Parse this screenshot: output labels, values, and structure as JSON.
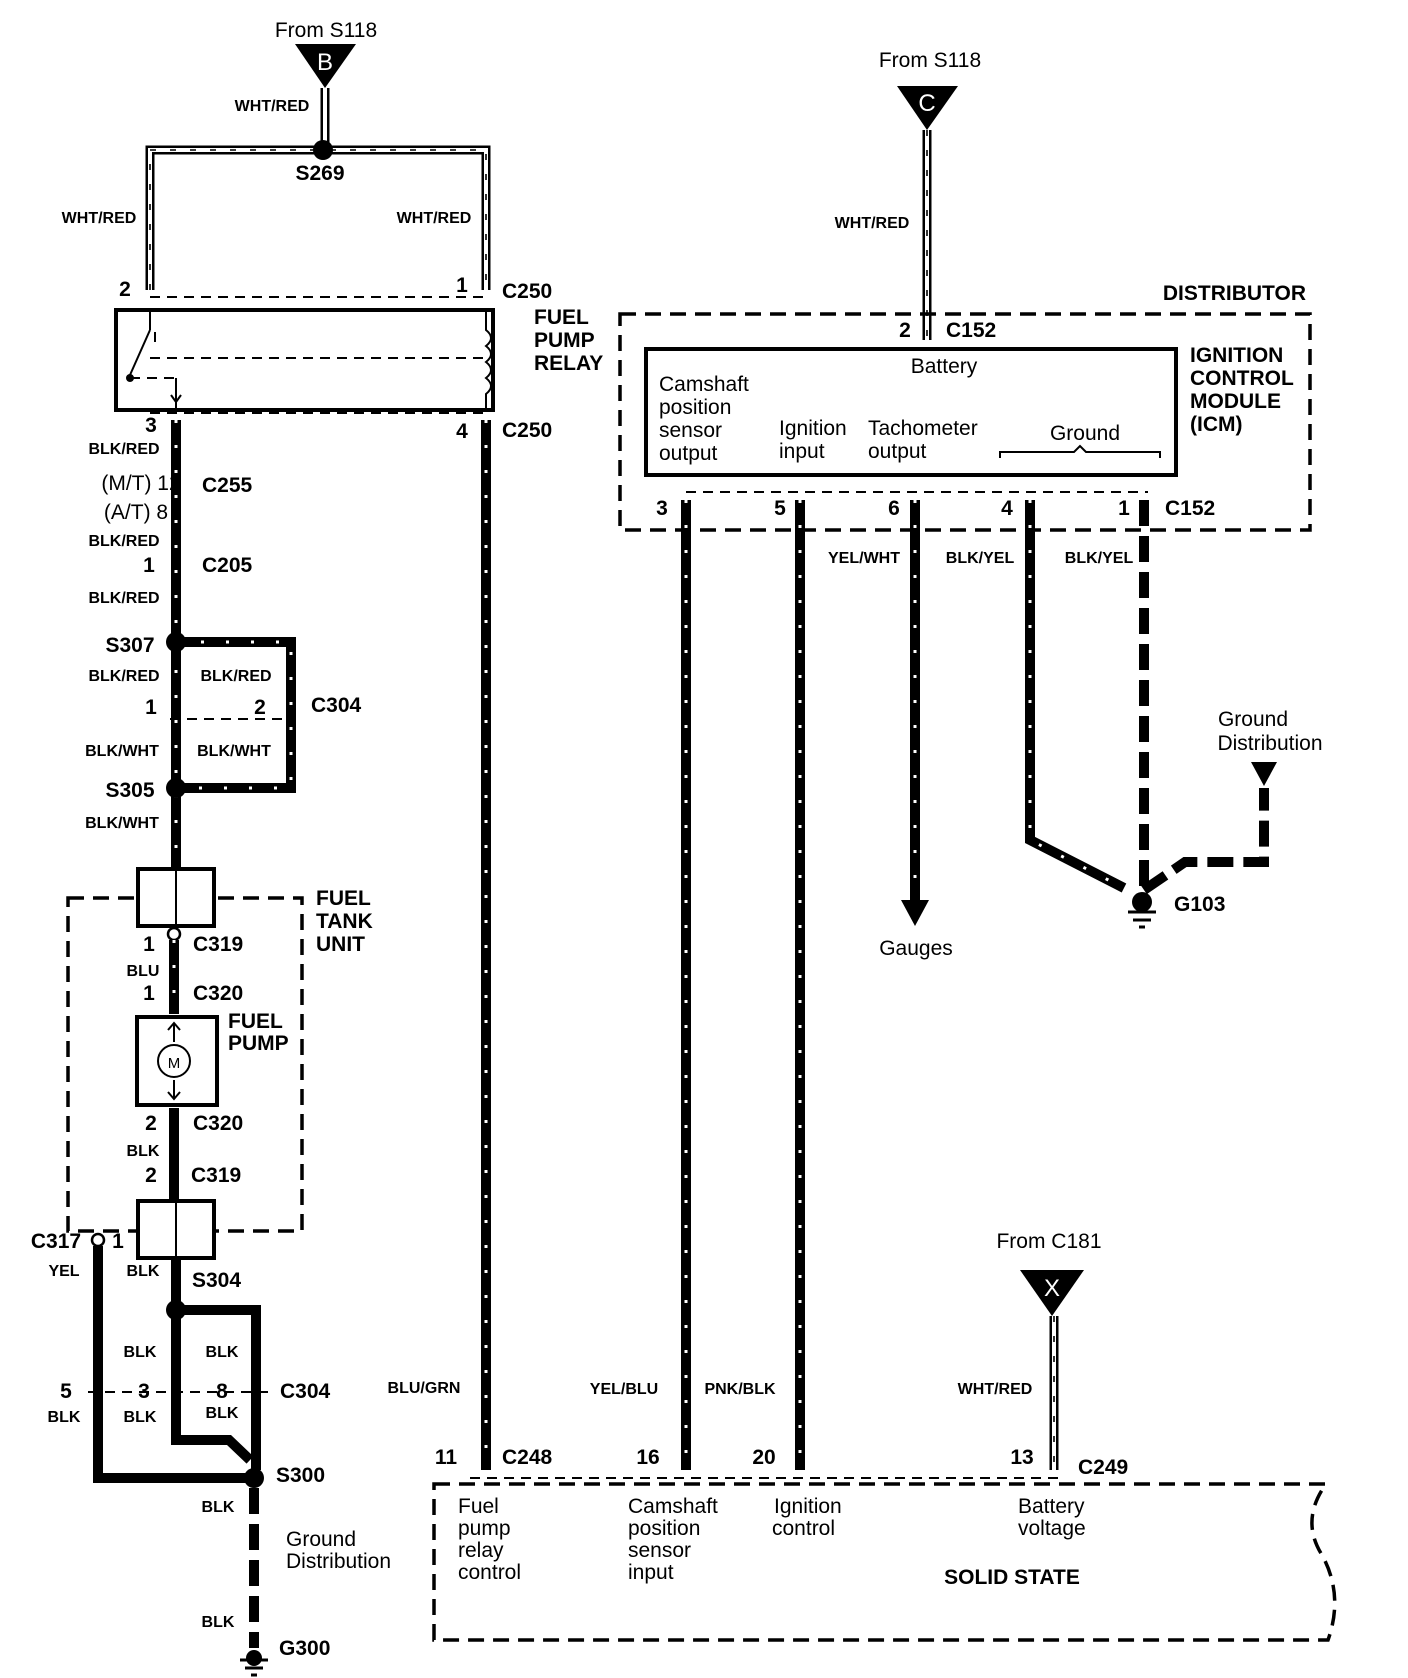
{
  "feeds": {
    "b": {
      "from": "From S118",
      "letter": "B",
      "wire": "WHT/RED"
    },
    "c": {
      "from": "From S118",
      "letter": "C",
      "wire": "WHT/RED"
    },
    "x": {
      "from": "From C181",
      "letter": "X",
      "wire": "WHT/RED"
    }
  },
  "splices": {
    "s269": "S269",
    "s307": "S307",
    "s305": "S305",
    "s304": "S304",
    "s300": "S300"
  },
  "connectors": {
    "c250": "C250",
    "c255": "C255",
    "c205": "C205",
    "c304": "C304",
    "c319": "C319",
    "c320": "C320",
    "c317": "C317",
    "c152": "C152",
    "c248": "C248",
    "c249": "C249"
  },
  "grounds": {
    "g300": "G300",
    "g103": "G103"
  },
  "wires": {
    "wht_red": "WHT/RED",
    "blk_red": "BLK/RED",
    "blk_wht": "BLK/WHT",
    "blu": "BLU",
    "blk": "BLK",
    "yel": "YEL",
    "blu_grn": "BLU/GRN",
    "yel_blu": "YEL/BLU",
    "pnk_blk": "PNK/BLK",
    "yel_wht": "YEL/WHT",
    "blk_yel": "BLK/YEL"
  },
  "pins": {
    "p1": "1",
    "p2": "2",
    "p3": "3",
    "p4": "4",
    "p5": "5",
    "p6": "6",
    "p8": "8",
    "p11": "11",
    "p13": "13",
    "p16": "16",
    "p20": "20",
    "mt12": "(M/T) 12",
    "at8": "(A/T) 8"
  },
  "components": {
    "relay": [
      "FUEL",
      "PUMP",
      "RELAY"
    ],
    "tank": [
      "FUEL",
      "TANK",
      "UNIT"
    ],
    "pump": [
      "FUEL",
      "PUMP"
    ],
    "motor": "M",
    "distributor": "DISTRIBUTOR",
    "icm_title": [
      "IGNITION",
      "CONTROL",
      "MODULE",
      "(ICM)"
    ],
    "solid_state": "SOLID STATE"
  },
  "icm_terminals": {
    "battery": "Battery",
    "cam": [
      "Camshaft",
      "position",
      "sensor",
      "output"
    ],
    "ign": [
      "Ignition",
      "input"
    ],
    "tach": [
      "Tachometer",
      "output"
    ],
    "ground": "Ground"
  },
  "ecm_terminals": {
    "relay": [
      "Fuel",
      "pump",
      "relay",
      "control"
    ],
    "cam": [
      "Camshaft",
      "position",
      "sensor",
      "input"
    ],
    "ign": [
      "Ignition",
      "control"
    ],
    "batt": [
      "Battery",
      "voltage"
    ]
  },
  "destinations": {
    "gauges": "Gauges",
    "ground_dist_right": [
      "Ground",
      "Distribution"
    ],
    "ground_dist_left": [
      "Ground",
      "Distribution"
    ]
  }
}
